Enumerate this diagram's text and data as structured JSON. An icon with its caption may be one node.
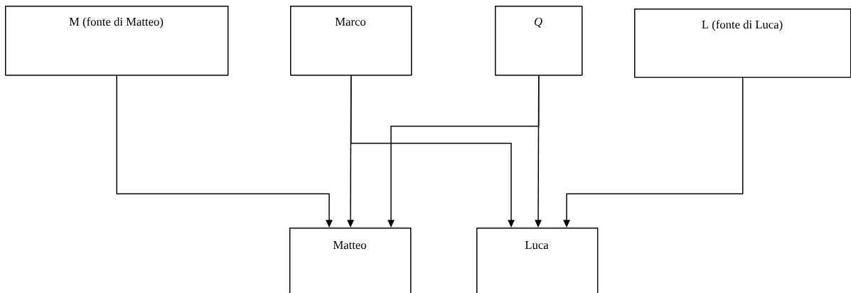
{
  "diagram": {
    "nodes": [
      {
        "text": [
          "M (fonte di Matteo)"
        ]
      },
      {
        "text": [
          "Marco"
        ]
      },
      {
        "text": [
          "Q"
        ]
      },
      {
        "text": [
          "L (fonte di Luca)"
        ]
      },
      {
        "text": [
          "Matteo"
        ]
      },
      {
        "text": [
          "Luca"
        ]
      }
    ],
    "edges": [
      {
        "from": 0,
        "to": 4,
        "arrow": "to"
      },
      {
        "from": 1,
        "to": 4,
        "arrow": "to"
      },
      {
        "from": 1,
        "to": 5,
        "arrow": "to"
      },
      {
        "from": 2,
        "to": 4,
        "arrow": "to"
      },
      {
        "from": 2,
        "to": 5,
        "arrow": "to"
      },
      {
        "from": 3,
        "to": 5,
        "arrow": "to"
      }
    ]
  }
}
